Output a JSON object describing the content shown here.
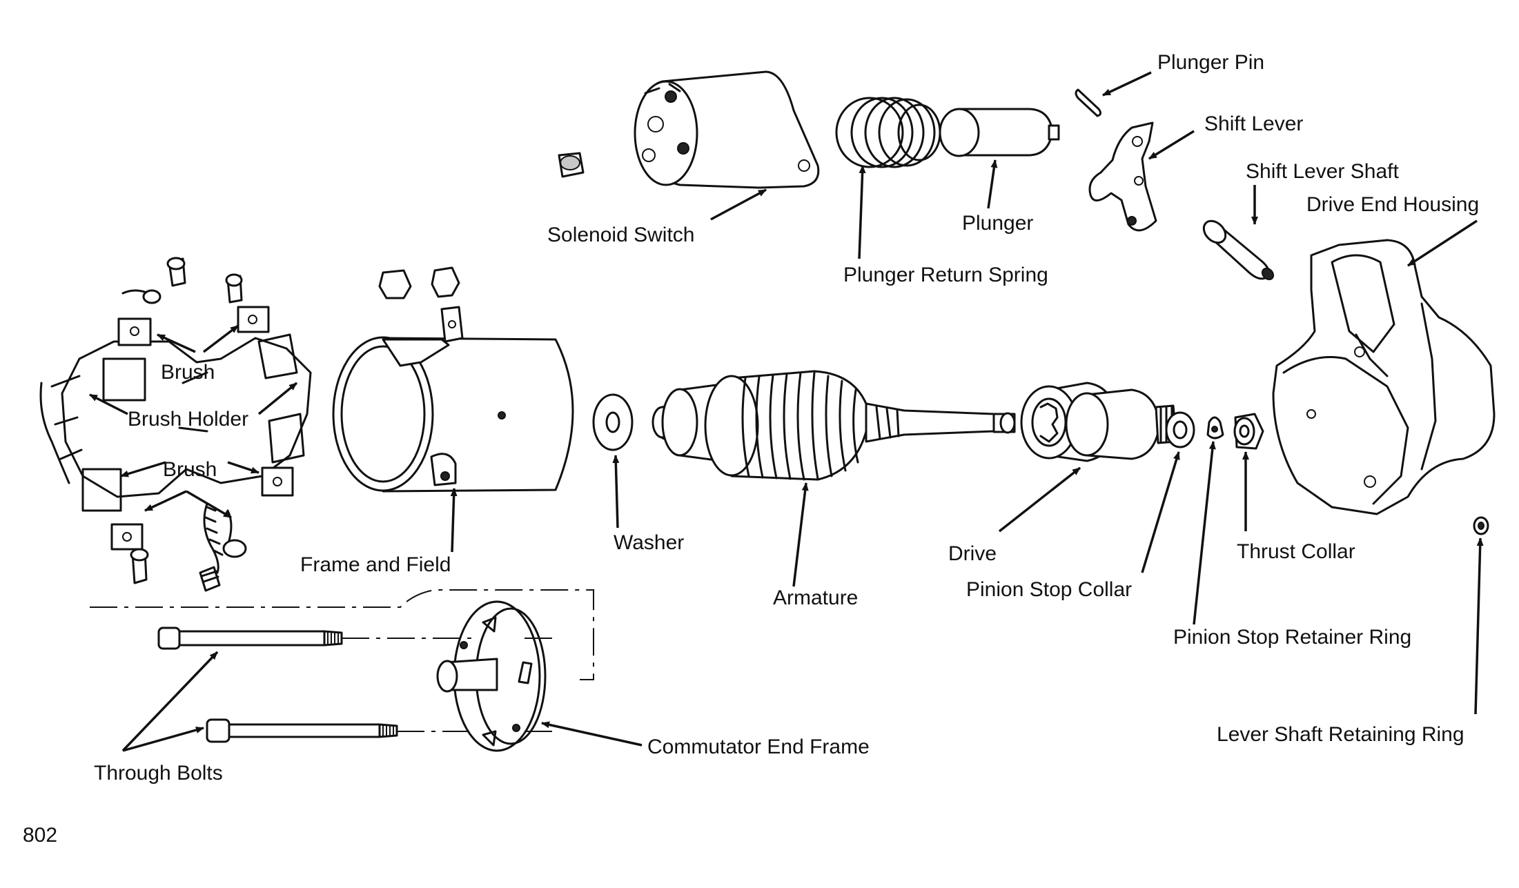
{
  "figure_number": "802",
  "labels": {
    "plunger_pin": "Plunger Pin",
    "shift_lever": "Shift Lever",
    "shift_lever_shaft": "Shift Lever Shaft",
    "drive_end_housing": "Drive End Housing",
    "solenoid_switch": "Solenoid Switch",
    "plunger": "Plunger",
    "plunger_return_spring": "Plunger Return Spring",
    "brush_top": "Brush",
    "brush_holder": "Brush Holder",
    "brush_bottom": "Brush",
    "frame_and_field": "Frame and Field",
    "washer": "Washer",
    "armature": "Armature",
    "drive": "Drive",
    "pinion_stop_collar": "Pinion Stop Collar",
    "thrust_collar": "Thrust Collar",
    "pinion_stop_retainer_ring": "Pinion Stop Retainer Ring",
    "lever_shaft_retaining_ring": "Lever Shaft Retaining Ring",
    "commutator_end_frame": "Commutator End Frame",
    "through_bolts": "Through Bolts"
  }
}
